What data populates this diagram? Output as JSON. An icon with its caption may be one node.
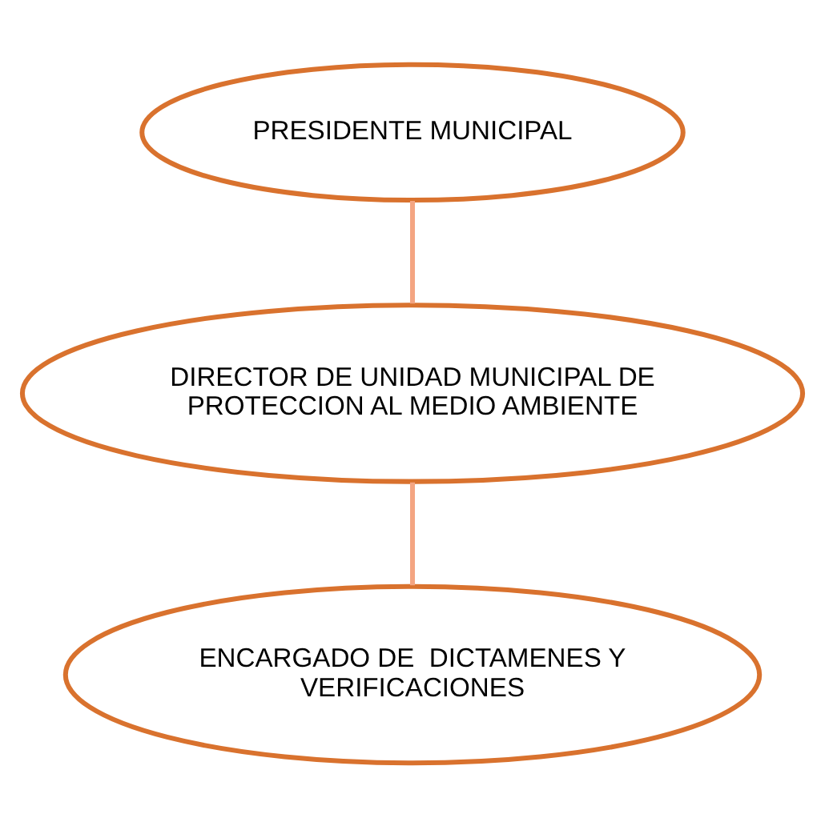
{
  "diagram": {
    "nodes": [
      {
        "text": [
          "PRESIDENTE MUNICIPAL"
        ]
      },
      {
        "text": [
          "DIRECTOR DE UNIDAD MUNICIPAL DE PROTECCION AL MEDIO AMBIENTE"
        ]
      },
      {
        "text": [
          "ENCARGADO DE  DICTAMENES Y VERIFICACIONES"
        ]
      }
    ],
    "edges": [
      {
        "from": 0,
        "to": 1,
        "arrow": "none"
      },
      {
        "from": 1,
        "to": 2,
        "arrow": "none"
      }
    ]
  }
}
